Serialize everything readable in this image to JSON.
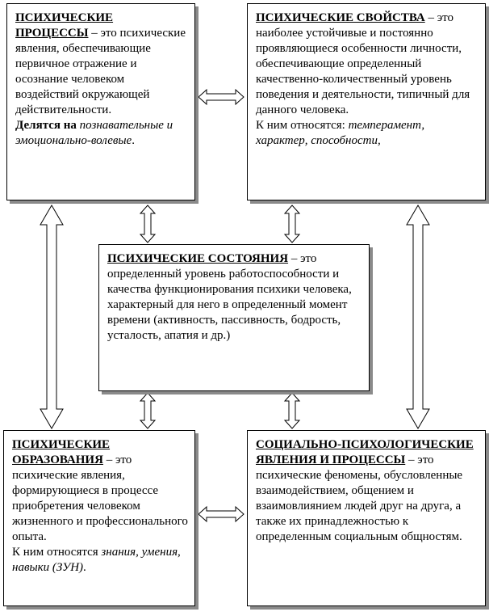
{
  "box1": {
    "title": "Психические процессы",
    "dash": " – это",
    "body": "психические явления, обеспечивающие первичное отражение и осознание человеком воздействий окружающей действительности.",
    "line2": "Делятся на",
    "italic": "познавательные и эмоционально-волевые",
    "end": "."
  },
  "box2": {
    "title": "Психические свойства",
    "dash": " –",
    "body": "это наиболее устойчивые и постоянно проявляющиеся особенности личности, обеспечивающие определенный качественно-количественный уровень поведения и деятельности, типичный для данного человека.",
    "line2": "К ним относятся:",
    "italic": "темперамент, характер, способности,"
  },
  "box3": {
    "title": "Психические состояния",
    "dash": " –",
    "body": "это определенный уровень работоспособности и качества функционирования психики человека, характерный для него в определенный момент времени (активность, пассивность, бодрость, усталость, апатия и др.)"
  },
  "box4": {
    "title": "Психические образования",
    "dash": " –",
    "body": "это психические явления, формирующиеся в процессе приобретения человеком жизненного и профессионального опыта.",
    "line2": "К ним относятся",
    "italic": "знания, умения, навыки (ЗУН)",
    "end": "."
  },
  "box5": {
    "title": "Социально-психологические явления и процессы",
    "dash": " –",
    "body": "это психические феномены, обусловленные взаимодействием, общением и взаимовлиянием людей друг на друга, а также их принадлежностью к определенным социальным общностям."
  }
}
